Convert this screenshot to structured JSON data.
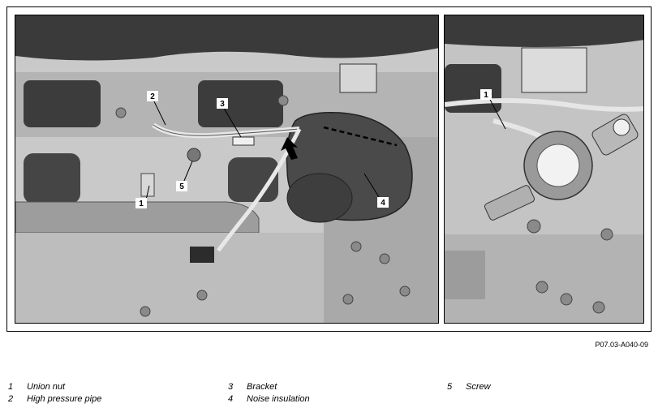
{
  "figure": {
    "code": "P07.03-A040-09",
    "callouts": [
      "1",
      "2",
      "3",
      "4",
      "5"
    ],
    "detail_callouts": [
      "1"
    ]
  },
  "legend": [
    {
      "number": "1",
      "label": "Union nut"
    },
    {
      "number": "2",
      "label": "High pressure pipe"
    },
    {
      "number": "3",
      "label": "Bracket"
    },
    {
      "number": "4",
      "label": "Noise insulation"
    },
    {
      "number": "5",
      "label": "Screw"
    }
  ]
}
